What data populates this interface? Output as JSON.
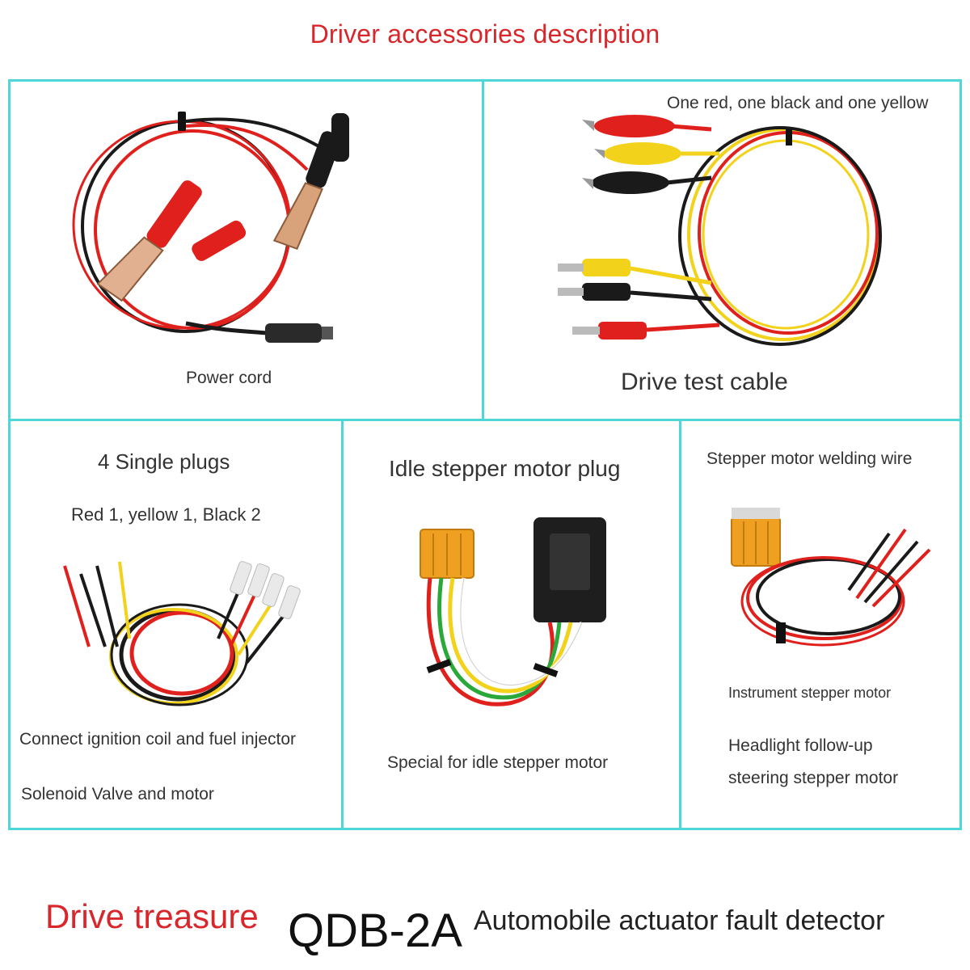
{
  "page": {
    "title": "Driver accessories description"
  },
  "panels": {
    "power_cord": {
      "caption": "Power cord"
    },
    "test_cable": {
      "note": "One red, one black and one yellow",
      "caption": "Drive test cable"
    },
    "single_plugs": {
      "caption": "4 Single plugs",
      "subcaption": "Red 1, yellow 1, Black 2",
      "usage_1": "Connect ignition coil and fuel injector",
      "usage_2": "Solenoid Valve and motor"
    },
    "idle_plug": {
      "caption": "Idle stepper motor plug",
      "usage": "Special for idle stepper motor"
    },
    "welding_wire": {
      "caption": "Stepper motor welding wire",
      "usage_1": "Instrument stepper motor",
      "usage_2": "Headlight follow-up",
      "usage_3": "steering stepper motor"
    }
  },
  "footer": {
    "brand": "Drive treasure",
    "model": "QDB-2A",
    "description": "Automobile actuator fault detector"
  },
  "colors": {
    "accent_red": "#d9262b",
    "grid_cyan": "#4fd6d8",
    "wire_red": "#e0201c",
    "wire_black": "#1a1a1a",
    "wire_yellow": "#f2d21a",
    "wire_green": "#2aa83a",
    "connector_orange": "#f0a020"
  }
}
